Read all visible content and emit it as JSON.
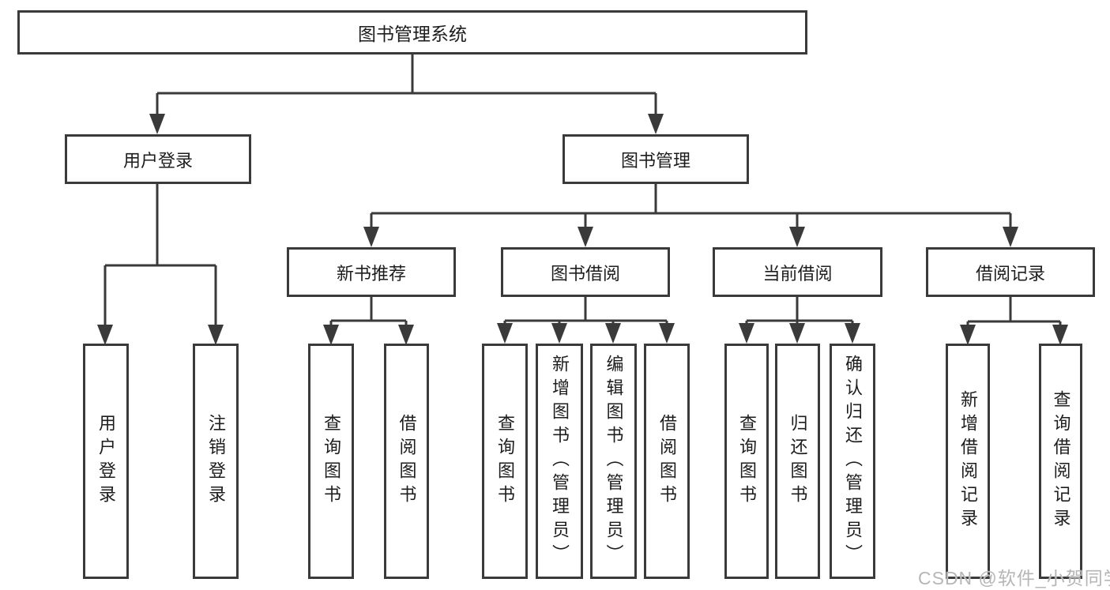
{
  "diagram": {
    "root": {
      "label": "图书管理系统"
    },
    "level2": [
      {
        "id": "user-login",
        "label": "用户登录"
      },
      {
        "id": "book-management",
        "label": "图书管理"
      }
    ],
    "level3": [
      {
        "id": "new-book-recommend",
        "label": "新书推荐"
      },
      {
        "id": "book-borrow",
        "label": "图书借阅"
      },
      {
        "id": "current-borrow",
        "label": "当前借阅"
      },
      {
        "id": "borrow-records",
        "label": "借阅记录"
      }
    ],
    "leaves": [
      {
        "id": "user-login-action",
        "label": "用户登录"
      },
      {
        "id": "logout-action",
        "label": "注销登录"
      },
      {
        "id": "query-books-recommend",
        "label": "查询图书"
      },
      {
        "id": "borrow-books-recommend",
        "label": "借阅图书"
      },
      {
        "id": "query-books-borrow",
        "label": "查询图书"
      },
      {
        "id": "add-book-admin",
        "label": "新增图书（管理员）"
      },
      {
        "id": "edit-book-admin",
        "label": "编辑图书（管理员）"
      },
      {
        "id": "borrow-books-borrow",
        "label": "借阅图书"
      },
      {
        "id": "query-books-current",
        "label": "查询图书"
      },
      {
        "id": "return-book",
        "label": "归还图书"
      },
      {
        "id": "confirm-return-admin",
        "label": "确认归还（管理员）"
      },
      {
        "id": "add-borrow-record",
        "label": "新增借阅记录"
      },
      {
        "id": "query-borrow-record",
        "label": "查询借阅记录"
      }
    ]
  },
  "watermark": {
    "text": "CSDN @软件_小贺同学"
  },
  "colors": {
    "line": "#3a3a3a",
    "text": "#1d1d1d",
    "box_background": "#ffffff",
    "watermark": "#b6b6b6"
  }
}
